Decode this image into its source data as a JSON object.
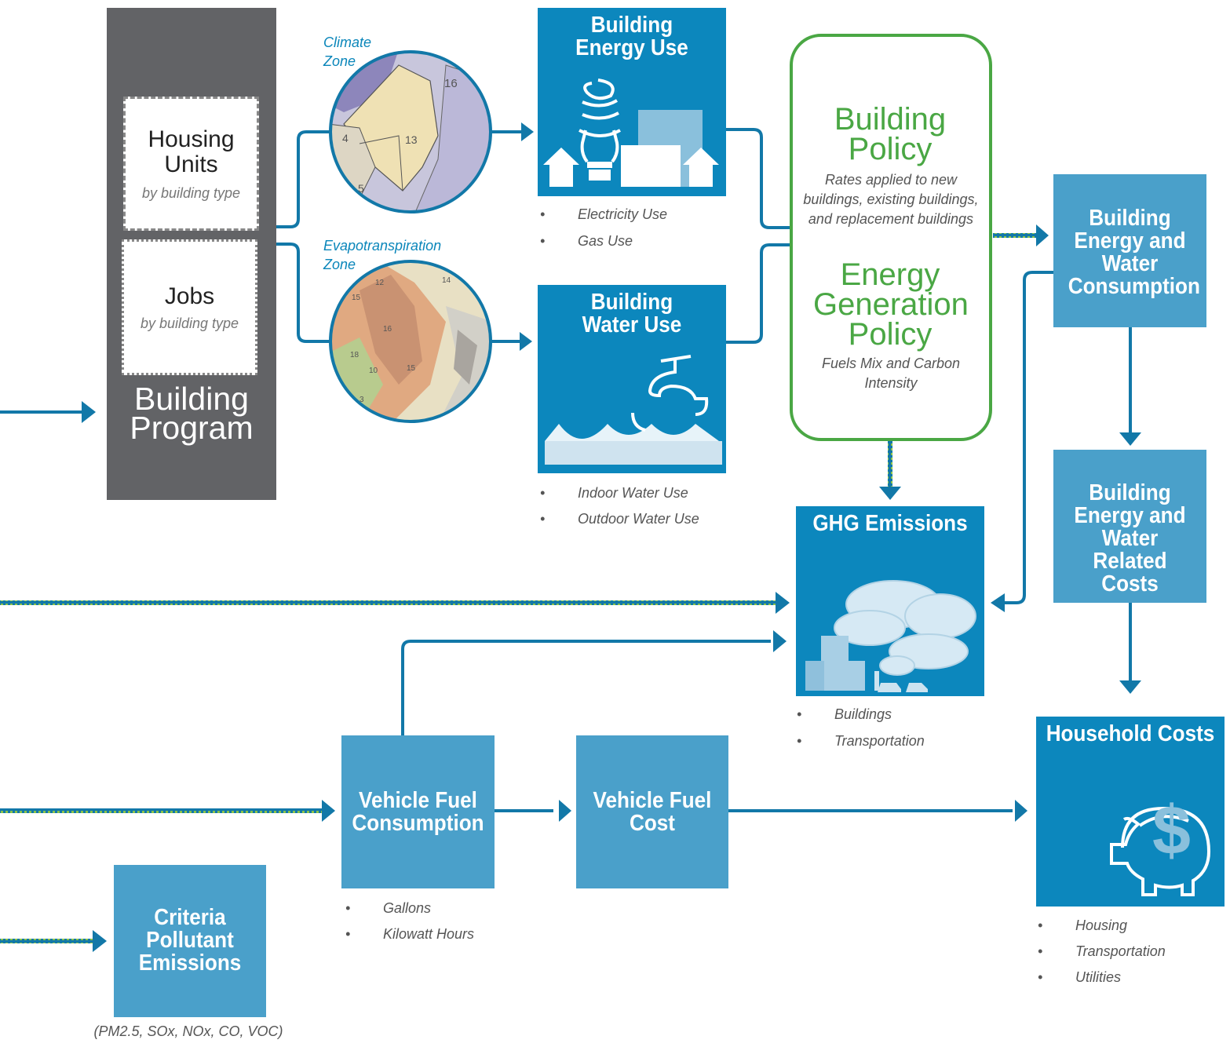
{
  "building_program": {
    "title": "Building Program",
    "housing_units": {
      "title": "Housing Units",
      "sub": "by building type"
    },
    "jobs": {
      "title": "Jobs",
      "sub": "by building type"
    }
  },
  "zones": {
    "climate": "Climate Zone",
    "evapo": "Evapotranspiration Zone",
    "climate_map_numbers": [
      "16",
      "4",
      "13",
      "5"
    ],
    "evapo_map_numbers": [
      "12",
      "14",
      "15",
      "16",
      "10",
      "15",
      "18",
      "3"
    ]
  },
  "energy_use": {
    "title": "Building Energy Use",
    "bullets": [
      "Electricity Use",
      "Gas Use"
    ]
  },
  "water_use": {
    "title": "Building Water Use",
    "bullets": [
      "Indoor Water Use",
      "Outdoor Water Use"
    ]
  },
  "policy": {
    "building_title": "Building Policy",
    "building_sub": "Rates applied to new buildings, existing buildings, and replacement buildings",
    "energy_title": "Energy Generation Policy",
    "energy_sub": "Fuels Mix and Carbon Intensity"
  },
  "consumption": {
    "title": "Building Energy and Water Consumption"
  },
  "related_costs": {
    "title": "Building Energy and Water Related Costs"
  },
  "ghg": {
    "title": "GHG Emissions",
    "bullets": [
      "Buildings",
      "Transportation"
    ]
  },
  "household": {
    "title": "Household Costs",
    "symbol": "$",
    "bullets": [
      "Housing",
      "Transportation",
      "Utilities"
    ]
  },
  "vehicle_consumption": {
    "title": "Vehicle Fuel Consumption",
    "bullets": [
      "Gallons",
      "Kilowatt Hours"
    ]
  },
  "vehicle_cost": {
    "title": "Vehicle Fuel Cost"
  },
  "criteria": {
    "title": "Criteria Pollutant Emissions",
    "note": "(PM2.5, SOx, NOx, CO, VOC)"
  },
  "bullet_glyph": "•",
  "colors": {
    "dark_blue": "#0c87bd",
    "light_blue": "#4aa0ca",
    "gray": "#626366",
    "green": "#4aa744",
    "line": "#1278a8",
    "dots": "#6aa84f"
  }
}
